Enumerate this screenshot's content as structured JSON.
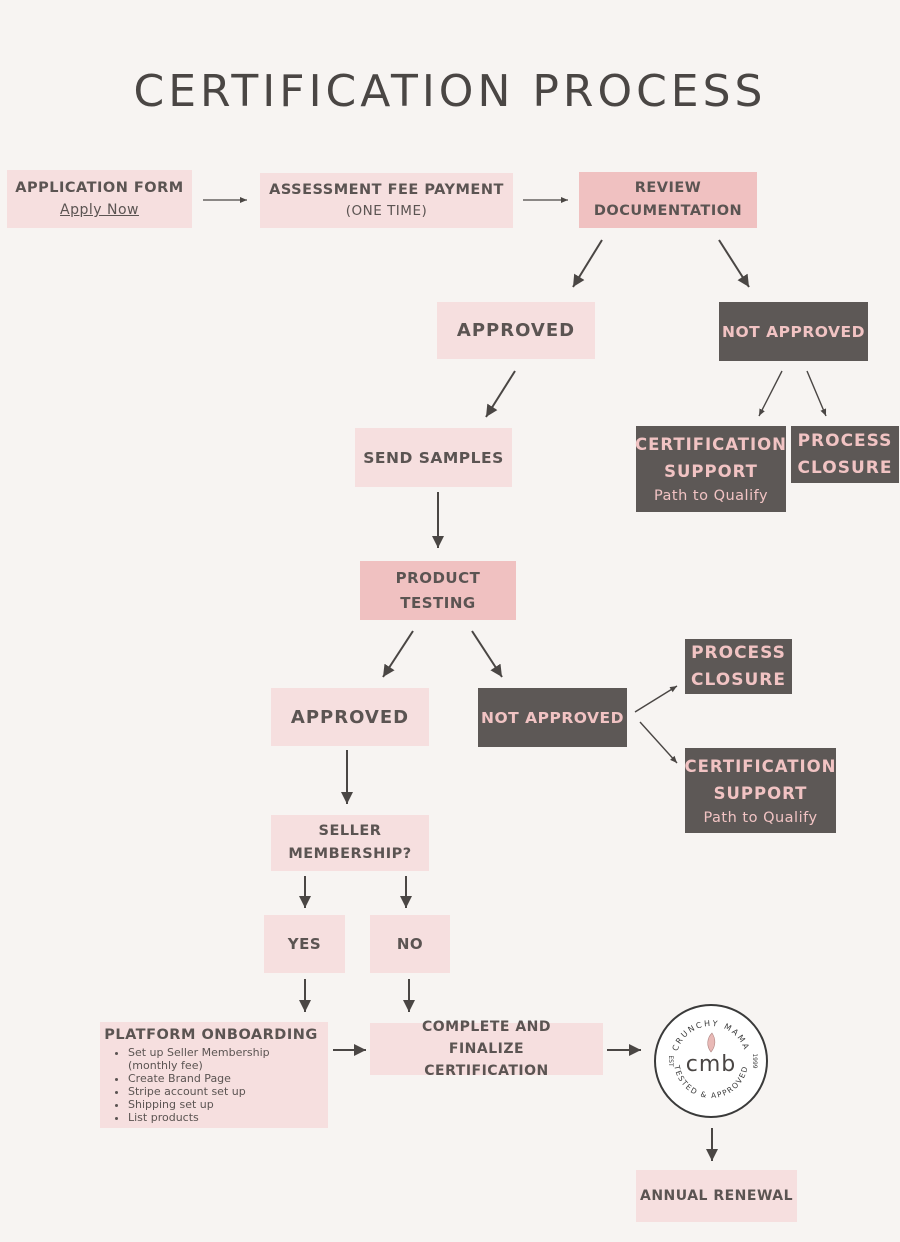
{
  "title": "CERTIFICATION PROCESS",
  "steps": {
    "application": {
      "label": "APPLICATION FORM",
      "link": "Apply Now"
    },
    "fee": {
      "label": "ASSESSMENT FEE PAYMENT",
      "note": "(ONE TIME)"
    },
    "review": {
      "label": "REVIEW DOCUMENTATION"
    },
    "approved_1": "APPROVED",
    "not_approved_1": "NOT APPROVED",
    "cert_support_1": {
      "label": "CERTIFICATION SUPPORT",
      "note": "Path to Qualify"
    },
    "closure_1": "PROCESS CLOSURE",
    "send_samples": "SEND SAMPLES",
    "product_testing": "PRODUCT TESTING",
    "approved_2": "APPROVED",
    "not_approved_2": "NOT APPROVED",
    "closure_2": "PROCESS CLOSURE",
    "cert_support_2": {
      "label": "CERTIFICATION SUPPORT",
      "note": "Path to Qualify"
    },
    "seller_membership": "SELLER MEMBERSHIP?",
    "yes": "YES",
    "no": "NO",
    "onboarding": {
      "label": "PLATFORM ONBOARDING",
      "items": [
        "Set up Seller Membership (monthly fee)",
        "Create Brand Page",
        "Stripe account set up",
        "Shipping set up",
        "List products"
      ]
    },
    "complete": "COMPLETE AND FINALIZE CERTIFICATION",
    "annual_renewal": "ANNUAL RENEWAL"
  },
  "seal": {
    "monogram": "cmb",
    "top_text": "CRUNCHY MAMA",
    "bottom_text": "TESTED & APPROVED",
    "left_text": "EST",
    "right_text": "1999"
  },
  "colors": {
    "background": "#f7f4f2",
    "light_pink": "#f6dfdf",
    "mid_pink": "#f0c1c1",
    "dark_gray": "#5d5856",
    "dark_text": "#5b5452"
  }
}
